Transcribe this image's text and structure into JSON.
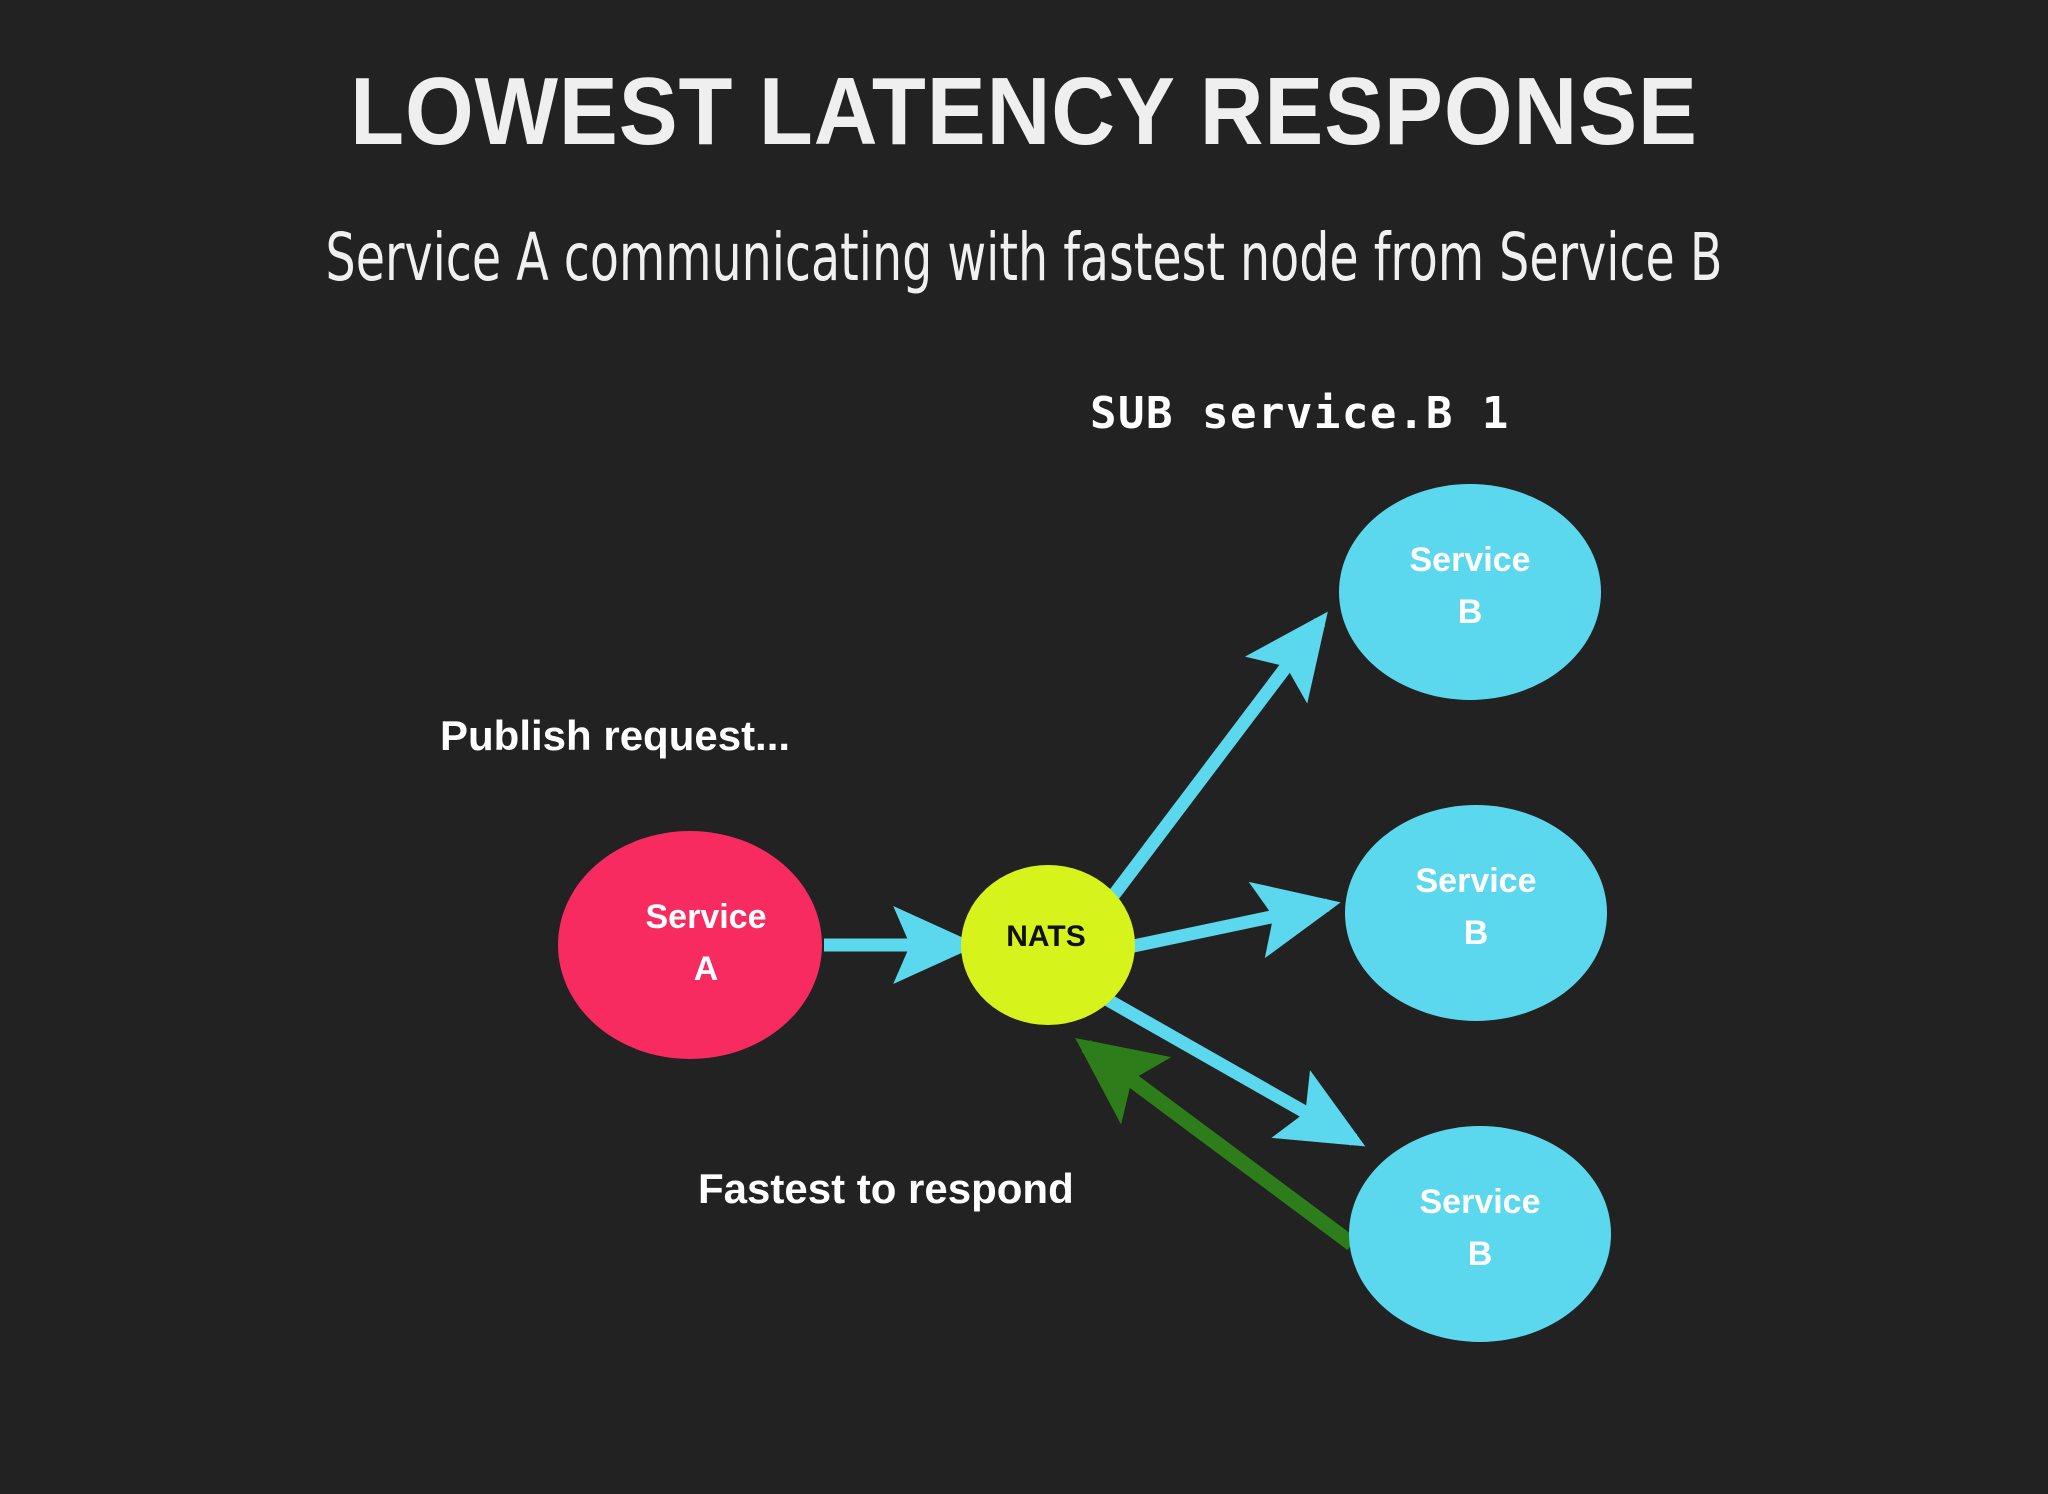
{
  "meta": {
    "background_color": "#222222"
  },
  "header": {
    "title": "LOWEST LATENCY RESPONSE",
    "subtitle": "Service A communicating with fastest node from Service B"
  },
  "diagram": {
    "subscription_label": "SUB service.B 1",
    "annotations": {
      "publish": "Publish request...",
      "fastest": "Fastest to respond"
    },
    "colors": {
      "service_a": "#F72B60",
      "nats": "#D6F41C",
      "service_b": "#5BD8EE",
      "arrow_request": "#5BD8EE",
      "arrow_response": "#2E7D1B",
      "text_light": "#FFFFFF",
      "text_dark": "#101010"
    },
    "nodes": [
      {
        "id": "service-a",
        "line1": "Service",
        "line2": "A",
        "color": "#F72B60"
      },
      {
        "id": "nats",
        "line1": "NATS",
        "line2": "",
        "color": "#D6F41C"
      },
      {
        "id": "service-b-1",
        "line1": "Service",
        "line2": "B",
        "color": "#5BD8EE"
      },
      {
        "id": "service-b-2",
        "line1": "Service",
        "line2": "B",
        "color": "#5BD8EE"
      },
      {
        "id": "service-b-3",
        "line1": "Service",
        "line2": "B",
        "color": "#5BD8EE"
      }
    ],
    "edges": [
      {
        "from": "service-a",
        "to": "nats",
        "kind": "request",
        "color": "#5BD8EE"
      },
      {
        "from": "nats",
        "to": "service-b-1",
        "kind": "request",
        "color": "#5BD8EE"
      },
      {
        "from": "nats",
        "to": "service-b-2",
        "kind": "request",
        "color": "#5BD8EE"
      },
      {
        "from": "nats",
        "to": "service-b-3",
        "kind": "request",
        "color": "#5BD8EE"
      },
      {
        "from": "service-b-3",
        "to": "nats",
        "kind": "response",
        "color": "#2E7D1B"
      }
    ]
  }
}
